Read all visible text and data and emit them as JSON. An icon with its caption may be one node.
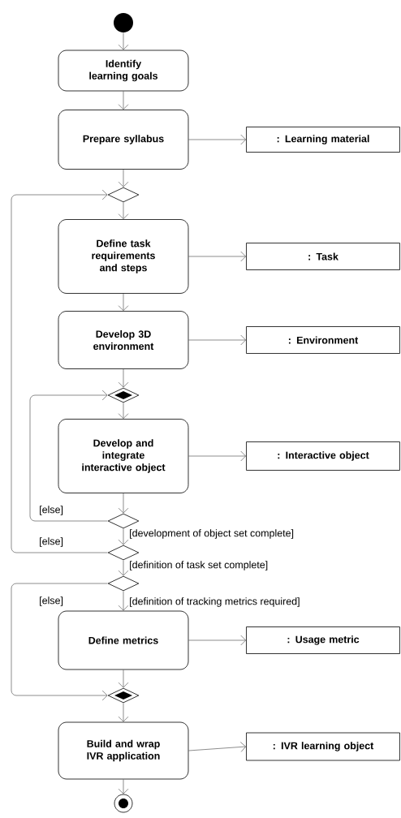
{
  "diagram": {
    "nodes": [
      {
        "text": [],
        "shape": "circle"
      },
      {
        "text": [
          "Identify learning goals"
        ]
      },
      {
        "text": [
          "Prepare syllabus"
        ]
      },
      {
        "text": [
          ": Learning material"
        ]
      },
      {
        "text": [],
        "shape": "diamond"
      },
      {
        "text": [
          "Define task requirements and steps"
        ]
      },
      {
        "text": [
          ": Task"
        ]
      },
      {
        "text": [
          "Develop 3D environment"
        ]
      },
      {
        "text": [
          ": Environment"
        ]
      },
      {
        "text": [],
        "shape": "diamond"
      },
      {
        "text": [
          "Develop and integrate interactive object"
        ]
      },
      {
        "text": [
          ": Interactive object"
        ]
      },
      {
        "text": [],
        "shape": "diamond"
      },
      {
        "text": [],
        "shape": "diamond"
      },
      {
        "text": [],
        "shape": "diamond"
      },
      {
        "text": [
          "Define metrics"
        ]
      },
      {
        "text": [
          ": Usage metric"
        ]
      },
      {
        "text": [],
        "shape": "diamond"
      },
      {
        "text": [
          "Build and wrap IVR application"
        ]
      },
      {
        "text": [
          ": IVR learning object"
        ]
      },
      {
        "text": [],
        "shape": "circle"
      }
    ],
    "edges": [
      {
        "from": 0,
        "to": 1,
        "arrow": "to"
      },
      {
        "from": 1,
        "to": 2,
        "arrow": "to"
      },
      {
        "from": 2,
        "to": 3,
        "arrow": "to"
      },
      {
        "from": 2,
        "to": 4,
        "arrow": "to"
      },
      {
        "from": 4,
        "to": 5,
        "arrow": "to"
      },
      {
        "from": 5,
        "to": 6,
        "arrow": "to"
      },
      {
        "from": 5,
        "to": 7,
        "arrow": "to"
      },
      {
        "from": 7,
        "to": 8,
        "arrow": "to"
      },
      {
        "from": 7,
        "to": 9,
        "arrow": "to"
      },
      {
        "from": 9,
        "to": 10,
        "arrow": "to"
      },
      {
        "from": 10,
        "to": 11,
        "arrow": "to"
      },
      {
        "from": 10,
        "to": 12,
        "arrow": "to"
      },
      {
        "from": 12,
        "to": 9,
        "arrow": "to",
        "label": "[else]"
      },
      {
        "from": 12,
        "to": 13,
        "arrow": "to",
        "label": "[development of object set complete]"
      },
      {
        "from": 13,
        "to": 4,
        "arrow": "to",
        "label": "[else]"
      },
      {
        "from": 13,
        "to": 14,
        "arrow": "to",
        "label": "[definition of task set complete]"
      },
      {
        "from": 14,
        "to": 15,
        "arrow": "to",
        "label": "[definition of tracking metrics required]"
      },
      {
        "from": 14,
        "to": 17,
        "arrow": "to",
        "label": "[else]"
      },
      {
        "from": 15,
        "to": 16,
        "arrow": "to"
      },
      {
        "from": 15,
        "to": 17,
        "arrow": "to"
      },
      {
        "from": 17,
        "to": 18,
        "arrow": "to"
      },
      {
        "from": 18,
        "to": 19,
        "arrow": "to"
      },
      {
        "from": 18,
        "to": 20,
        "arrow": "to"
      }
    ]
  }
}
